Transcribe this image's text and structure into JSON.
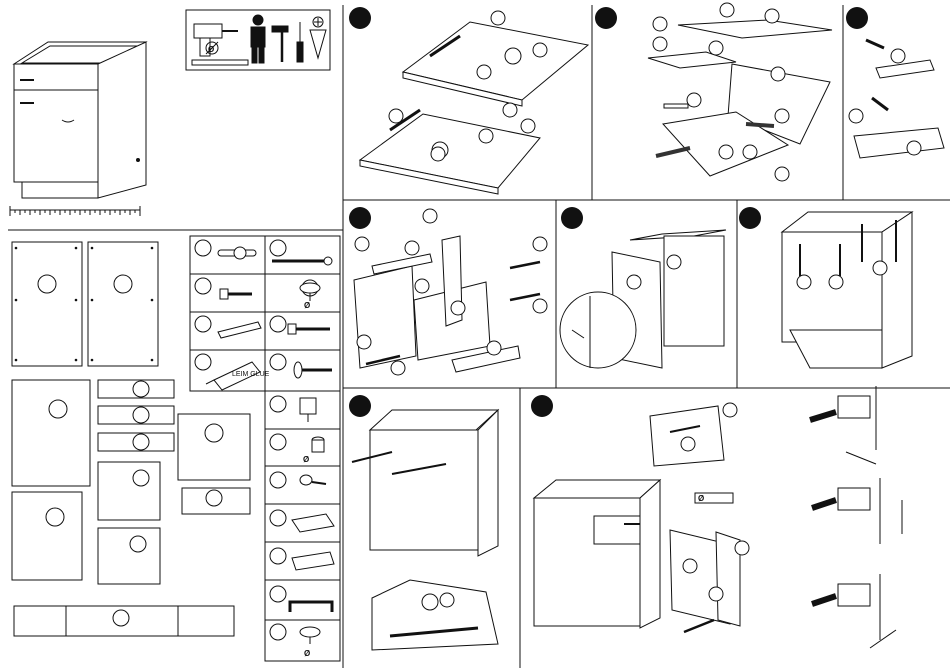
{
  "page": {
    "glue_label": "LEIM GLUE",
    "diameter_symbol": "Ø"
  },
  "colors": {
    "ink": "#111111",
    "paper": "#ffffff",
    "shade": "#dddddd",
    "dark": "#555555"
  },
  "icons": [
    "drill-icon",
    "person-icon",
    "hammer-icon",
    "screwdriver-icon",
    "drill-bit-icon"
  ],
  "steps": [
    {
      "name": "step-1"
    },
    {
      "name": "step-2"
    },
    {
      "name": "step-3"
    },
    {
      "name": "step-4"
    },
    {
      "name": "step-5"
    },
    {
      "name": "step-6"
    },
    {
      "name": "step-7"
    },
    {
      "name": "step-8"
    }
  ]
}
